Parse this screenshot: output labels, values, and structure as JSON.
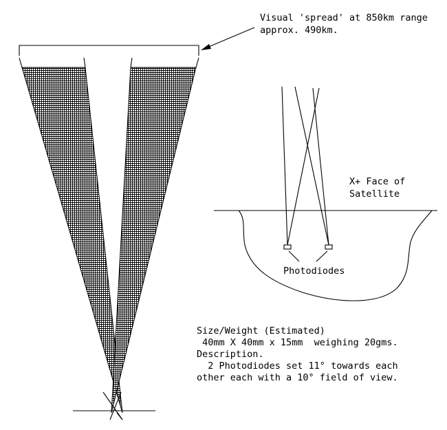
{
  "labels": {
    "spread_line1": "Visual 'spread' at 850km range",
    "spread_line2": "approx. 490km.",
    "face_line1": "X+ Face of",
    "face_line2": "Satellite",
    "photodiodes": "Photodiodes"
  },
  "spec_text": {
    "line1": "Size/Weight (Estimated)",
    "line2": " 40mm X 40mm x 15mm  weighing 20gms.",
    "line3": "Description.",
    "line4": "  2 Photodiodes set 11° towards each",
    "line5": "other each with a 10° field of view."
  },
  "colors": {
    "ink": "#000000",
    "background": "#ffffff"
  }
}
